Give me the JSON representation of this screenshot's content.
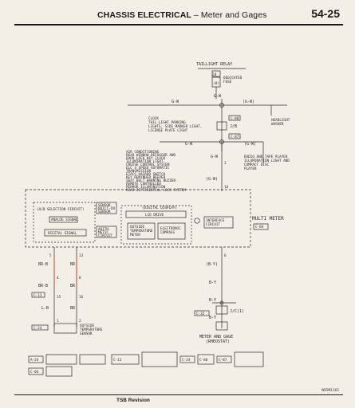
{
  "header": {
    "title": "CHASSIS ELECTRICAL",
    "subtitle": " – Meter and Gages",
    "page_number": "54-25"
  },
  "diagram": {
    "taillight_relay": "TAILLIGHT RELAY",
    "relay_connector": "28",
    "dedicated_fuse_line1": "DEDICATED",
    "dedicated_fuse_line2": "FUSE",
    "fuse_number": "(8)",
    "wire_gw": "G-W",
    "wire_gw_paren": "(G-W)",
    "headlight_washer_line1": "HEADLIGHT",
    "headlight_washer_line2": "WASHER",
    "clock_list": [
      "CLOCK",
      "TAIL LIGHT PARKING",
      "LIGHTS, SIDE MARKER LIGHT,",
      "LICENSE PLATE LIGHT"
    ],
    "conn_c80": "C-80",
    "jb": "J/B",
    "conn_c87": "C-87",
    "accessory_list": [
      "AIR CONDITIONING",
      "REAR WINDOW DEFOGGER AND",
      "DOOR LOCK KEY       CLOCK",
      "ILLUMINATION LIGHT",
      "CRUISE CONTROL SYSTEM",
      "ELC 4 SPEED AUTOMATIC",
      "TRANSMISSION",
      "ETACS   HAZARD   SWITCH",
      "KEY REMINDER   BEEPER",
      "SEAT BELT WARNING BUZZER",
      "REMOTE CONTROLLED",
      "MIRROR ILLUMINATION",
      "REAR DIFFERENTIAL LOCK SYSTEM"
    ],
    "radio_list": [
      "RADIO AND TAPE PLAYER",
      "ILLUMINATION LIGHT AND",
      "COMPACT DISC",
      "PLAYER"
    ],
    "pin_3": "3",
    "pin_16": "16",
    "ab_selection": "(A/B SELECTION CIRCUIT)",
    "analog_signal": "ANALOG SIGNAL",
    "digital_signal": "DIGITAL SIGNAL",
    "sensor_label": [
      "SENSOR",
      "BUILT-IN",
      "SENSOR"
    ],
    "arith_circuit": [
      "ARITH-",
      "METIC",
      "CIRCUIT"
    ],
    "digital_display": "(DIGITAL DISPLAY)",
    "lcd_drive": "LCD DRIVE",
    "outside_temp_meter": [
      "OUTSIDE",
      "TEMPERATURE",
      "METER"
    ],
    "electronic_compass": [
      "ELECTRONIC",
      "COMPASS"
    ],
    "interface_circuit": [
      "INTERFACE",
      "CIRCUIT"
    ],
    "multi_meter": "MULTI METER",
    "conn_c04": "C-04",
    "pin_5": "5",
    "pin_13": "13",
    "pin_6": "6",
    "wire_br_b": "BR-B",
    "wire_br": "BR",
    "wire_b_y_paren": "(B-Y)",
    "wire_b_y": "B-Y",
    "pin_4": "4",
    "pin_8": "8",
    "conn_c13": "C-13",
    "pin_15": "15",
    "pin_16b": "16",
    "wire_lb": "L-B",
    "pin_1": "1",
    "pin_2": "2",
    "conn_c24": "C-24",
    "outside_temp_sensor": [
      "OUTSIDE",
      "TEMPERATURE",
      "SENSOR"
    ],
    "conn_c32": "C-32",
    "jc1": "J/C(1)",
    "meter_gage_line1": "METER AND GAGE",
    "meter_gage_line2": "(RHEOSTAT)",
    "bottom_connectors": [
      "A-24",
      "C-04",
      "C-13",
      "C-24",
      "C-80",
      "C-87"
    ]
  },
  "footer": {
    "tsb_revision": "TSB Revision",
    "figure_code": "N95M1165"
  }
}
